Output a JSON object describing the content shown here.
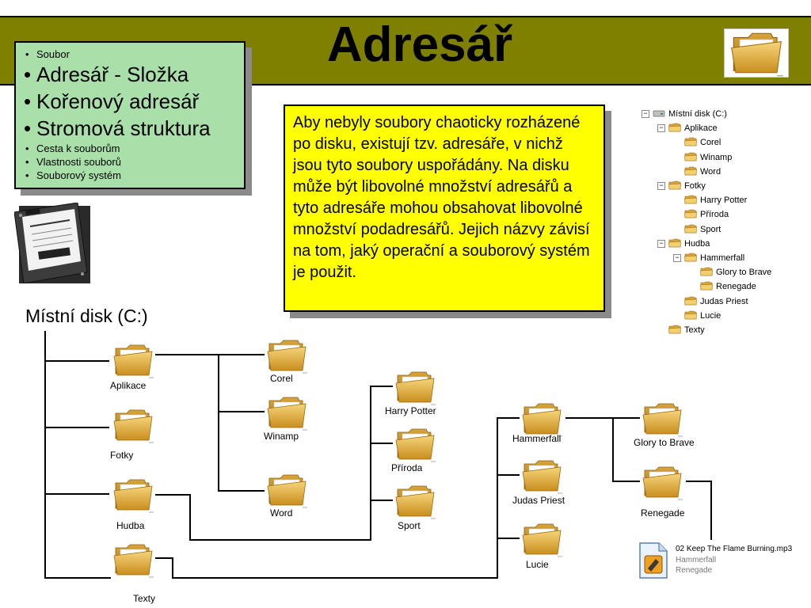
{
  "slide": {
    "title": "Adresář",
    "menu": [
      {
        "label": "Soubor",
        "size": "small"
      },
      {
        "label": "Adresář - Složka",
        "size": "big"
      },
      {
        "label": "Kořenový adresář",
        "size": "big"
      },
      {
        "label": "Stromová struktura",
        "size": "big"
      },
      {
        "label": "Cesta k souborům",
        "size": "small"
      },
      {
        "label": "Vlastnosti souborů",
        "size": "small"
      },
      {
        "label": "Souborový systém",
        "size": "small"
      }
    ],
    "description": "Aby nebyly soubory chaoticky rozházené po disku, existují tzv. adresáře, v nichž jsou tyto soubory uspořádány. Na disku může být libovolné množství adresářů a tyto adresáře mohou obsahovat libovolné množství podadresářů. Jejich názvy závisí na tom, jaký operační a souborový systém je použit.",
    "tree_root": "Místní disk (C:)"
  },
  "folders": {
    "aplikace": "Aplikace",
    "fotky": "Fotky",
    "hudba": "Hudba",
    "texty": "Texty",
    "corel": "Corel",
    "winamp": "Winamp",
    "word": "Word",
    "harry": "Harry Potter",
    "priroda": "Příroda",
    "sport": "Sport",
    "hammerfall": "Hammerfall",
    "judas": "Judas Priest",
    "lucie": "Lucie",
    "glory": "Glory to Brave",
    "renegade": "Renegade"
  },
  "explorer": [
    {
      "label": "Místní disk (C:)",
      "depth": 0,
      "icon": "drive-icon",
      "expander": "−"
    },
    {
      "label": "Aplikace",
      "depth": 1,
      "icon": "folder-icon",
      "expander": "−"
    },
    {
      "label": "Corel",
      "depth": 2,
      "icon": "folder-icon",
      "expander": ""
    },
    {
      "label": "Winamp",
      "depth": 2,
      "icon": "folder-icon",
      "expander": ""
    },
    {
      "label": "Word",
      "depth": 2,
      "icon": "folder-icon",
      "expander": ""
    },
    {
      "label": "Fotky",
      "depth": 1,
      "icon": "folder-icon",
      "expander": "−"
    },
    {
      "label": "Harry Potter",
      "depth": 2,
      "icon": "folder-icon",
      "expander": ""
    },
    {
      "label": "Příroda",
      "depth": 2,
      "icon": "folder-icon",
      "expander": ""
    },
    {
      "label": "Sport",
      "depth": 2,
      "icon": "folder-icon",
      "expander": ""
    },
    {
      "label": "Hudba",
      "depth": 1,
      "icon": "folder-icon",
      "expander": "−"
    },
    {
      "label": "Hammerfall",
      "depth": 2,
      "icon": "folder-icon",
      "expander": "−"
    },
    {
      "label": "Glory to Brave",
      "depth": 3,
      "icon": "folder-icon",
      "expander": ""
    },
    {
      "label": "Renegade",
      "depth": 3,
      "icon": "folder-icon",
      "expander": ""
    },
    {
      "label": "Judas Priest",
      "depth": 2,
      "icon": "folder-icon",
      "expander": ""
    },
    {
      "label": "Lucie",
      "depth": 2,
      "icon": "folder-icon",
      "expander": ""
    },
    {
      "label": "Texty",
      "depth": 1,
      "icon": "folder-icon",
      "expander": ""
    }
  ],
  "file": {
    "name": "02 Keep The Flame Burning.mp3",
    "artist": "Hammerfall",
    "album": "Renegade",
    "icon": "mp3-file-icon"
  },
  "colors": {
    "banner": "#808000",
    "menu_bg": "#a9e0a9",
    "textbox_bg": "#ffff00",
    "folder": "#e6b84a"
  }
}
